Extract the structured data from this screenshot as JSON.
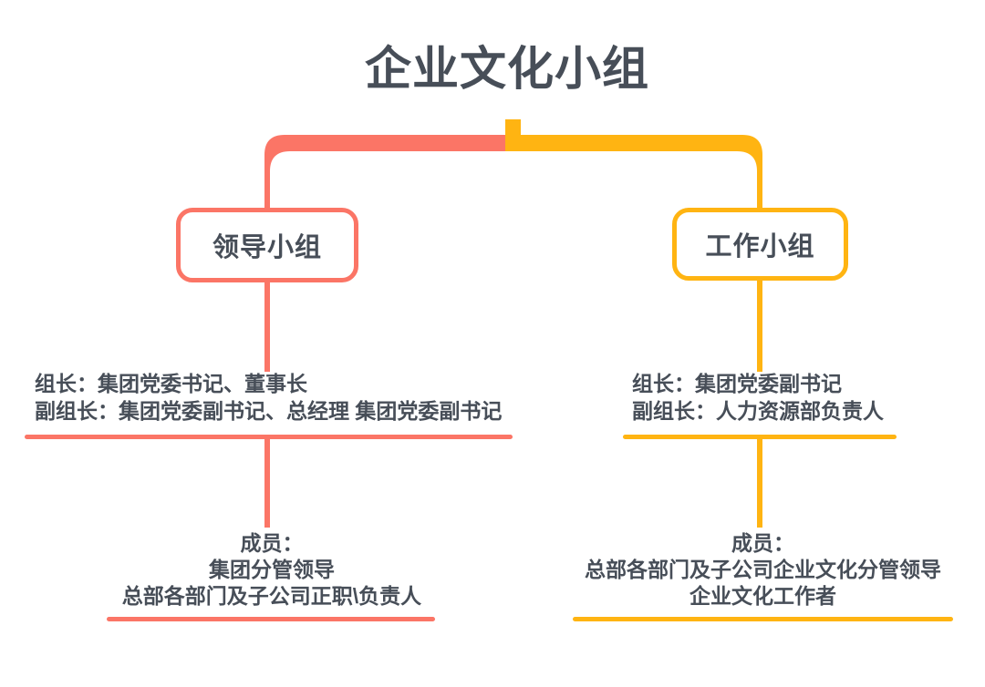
{
  "title": "企业文化小组",
  "theme": {
    "salmon": "#FB7566",
    "orange": "#FFB412",
    "text_dark": "#474E58",
    "background": "#FFFFFF"
  },
  "branches": {
    "left": {
      "accent": "#FB7566",
      "box_label": "领导小组",
      "leaders_node": {
        "line1": "组长：集团党委书记、董事长",
        "line2": "副组长：集团党委副书记、总经理 集团党委副书记"
      },
      "members_node": {
        "line1": "成员：",
        "line2": "集团分管领导",
        "line3": "总部各部门及子公司正职\\负责人"
      }
    },
    "right": {
      "accent": "#FFB412",
      "box_label": "工作小组",
      "leaders_node": {
        "line1": "组长：集团党委副书记",
        "line2": "副组长：人力资源部负责人"
      },
      "members_node": {
        "line1": "成员：",
        "line2": "总部各部门及子公司企业文化分管领导",
        "line3": "企业文化工作者"
      }
    }
  }
}
